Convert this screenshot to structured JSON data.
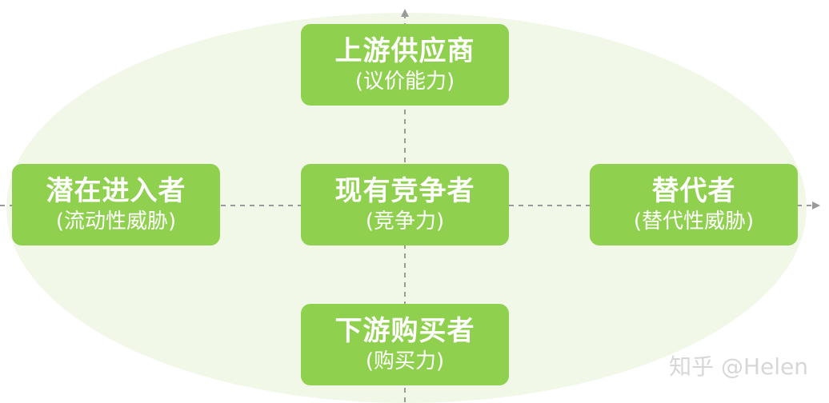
{
  "diagram": {
    "colors": {
      "box_fill": "#8fd04f",
      "box_text": "#ffffff",
      "ellipse_fill": "#f2f8e8",
      "axis_line": "#9a9a9a",
      "watermark": "#d7d7d7"
    },
    "boxes": {
      "top": {
        "title": "上游供应商",
        "sub": "(议价能力)"
      },
      "left": {
        "title": "潜在进入者",
        "sub": "(流动性威胁)"
      },
      "center": {
        "title": "现有竞争者",
        "sub": "(竞争力)"
      },
      "right": {
        "title": "替代者",
        "sub": "(替代性威胁)"
      },
      "bottom": {
        "title": "下游购买者",
        "sub": "(购买力)"
      }
    }
  },
  "watermark": "知乎 @Helen"
}
